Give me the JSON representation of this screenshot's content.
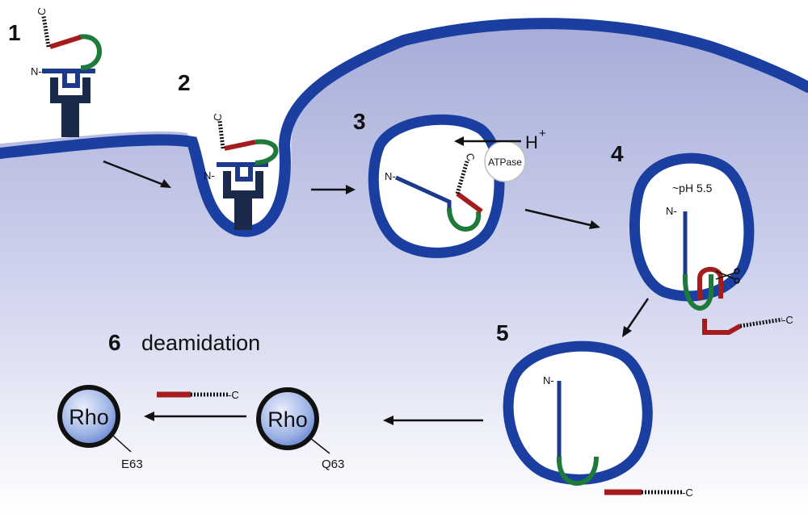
{
  "colors": {
    "membrane": "#1a3fa0",
    "receptor": "#1b2a4a",
    "n_domain": "#1c3a8c",
    "linker": "#1e7a3a",
    "c_domain": "#a51c1c",
    "cytoplasm_top": "#aab0dc",
    "cytoplasm_bottom": "#ffffff"
  },
  "steps": {
    "s1": "1",
    "s2": "2",
    "s3": "3",
    "s4": "4",
    "s5": "5",
    "s6": "6"
  },
  "labels": {
    "n_terminus": "N-",
    "c_terminus": "C",
    "c_terminus_dash": "-C",
    "proton": "H",
    "proton_charge": "+",
    "atpase": "ATPase",
    "ph": "~pH 5.5",
    "deamidation": "deamidation",
    "rho": "Rho",
    "q63": "Q63",
    "e63": "E63"
  },
  "icons": [
    "scissors-icon"
  ]
}
